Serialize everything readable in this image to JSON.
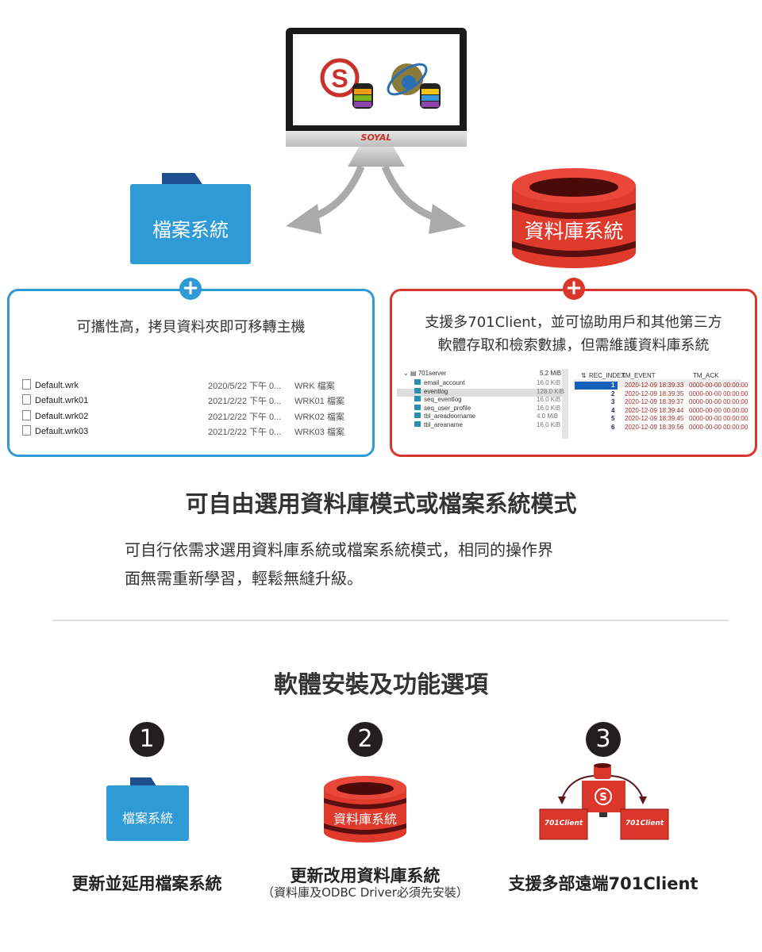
{
  "monitor": {
    "brand": "SOYAL"
  },
  "top": {
    "file_system_label": "檔案系統",
    "database_label": "資料庫系統"
  },
  "left_box": {
    "desc": "可攜性高，拷貝資料夾即可移轉主機",
    "files": [
      {
        "name": "Default.wrk",
        "date": "2020/5/22 下午 0...",
        "type": "WRK 檔案"
      },
      {
        "name": "Default.wrk01",
        "date": "2021/2/22 下午 0...",
        "type": "WRK01 檔案"
      },
      {
        "name": "Default.wrk02",
        "date": "2021/2/22 下午 0...",
        "type": "WRK02 檔案"
      },
      {
        "name": "Default.wrk03",
        "date": "2021/2/22 下午 0...",
        "type": "WRK03 檔案"
      }
    ]
  },
  "right_box": {
    "desc_line1": "支援多701Client，並可協助用戶和其他第三方",
    "desc_line2": "軟體存取和檢索數據，但需維護資料庫系統",
    "server": {
      "name": "701server",
      "size": "5.2 MiB"
    },
    "tables": [
      {
        "name": "email_account",
        "size": "16.0 KiB"
      },
      {
        "name": "eventlog",
        "size": "128.0 KiB"
      },
      {
        "name": "seq_eventlog",
        "size": "16.0 KiB"
      },
      {
        "name": "seq_user_profile",
        "size": "16.0 KiB"
      },
      {
        "name": "tbl_areadoorname",
        "size": "4.0 MiB"
      },
      {
        "name": "tbl_areaname",
        "size": "16.0 KiB"
      }
    ],
    "grid_headers": [
      "REC_INDEX",
      "TM_EVENT",
      "TM_ACK"
    ],
    "grid_rows": [
      [
        "1",
        "2020-12-09 18:39:33",
        "0000-00-00 00:00:00"
      ],
      [
        "2",
        "2020-12-09 18:39:35",
        "0000-00-00 00:00:00"
      ],
      [
        "3",
        "2020-12-09 18:39:37",
        "0000-00-00 00:00:00"
      ],
      [
        "4",
        "2020-12-09 18:39:44",
        "0000-00-00 00:00:00"
      ],
      [
        "5",
        "2020-12-09 18:39:45",
        "0000-00-00 00:00:00"
      ],
      [
        "6",
        "2020-12-09 18:39:56",
        "0000-00-00 00:00:00"
      ]
    ]
  },
  "section1": {
    "title": "可自由選用資料庫模式或檔案系統模式",
    "body_line1": "可自行依需求選用資料庫系統或檔案系統模式，相同的操作界",
    "body_line2": "面無需重新學習，輕鬆無縫升級。"
  },
  "section2": {
    "title": "軟體安裝及功能選項",
    "options": [
      {
        "num": "1",
        "icon_label": "檔案系統",
        "caption": "更新並延用檔案系統"
      },
      {
        "num": "2",
        "icon_label": "資料庫系統",
        "caption": "更新改用資料庫系統",
        "note": "（資料庫及ODBC Driver必須先安裝）"
      },
      {
        "num": "3",
        "client_label": "701Client",
        "caption": "支援多部遠端701Client"
      }
    ]
  },
  "colors": {
    "blue": "#2e9ad6",
    "red": "#d9372b",
    "dark": "#231f20"
  }
}
